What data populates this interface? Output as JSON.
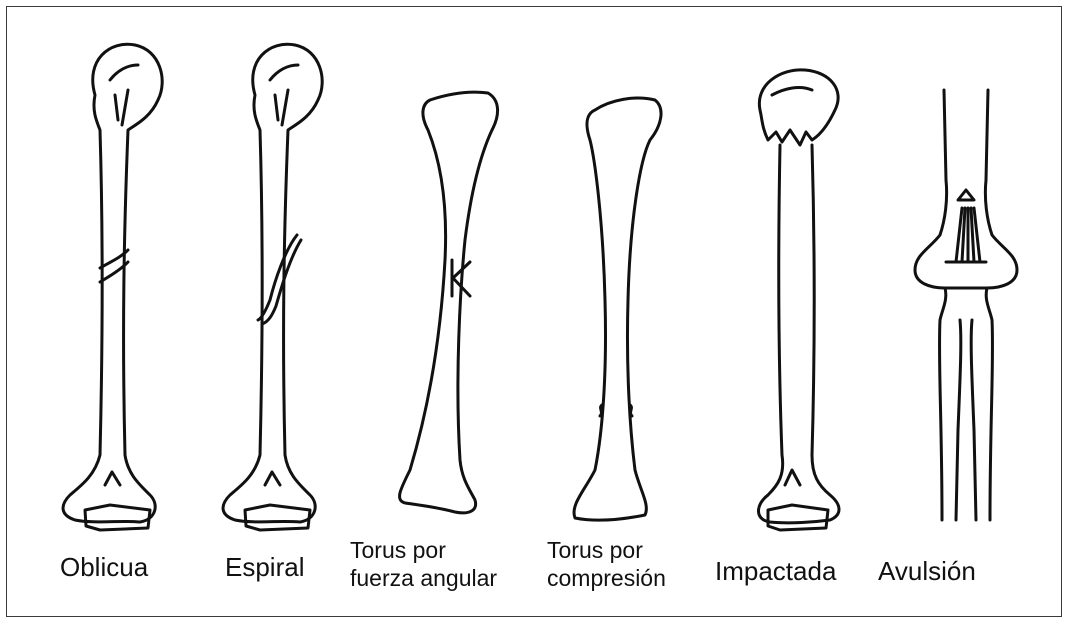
{
  "figure": {
    "labels": {
      "oblicua": "Oblicua",
      "espiral": "Espiral",
      "torus_angular_line1": "Torus por",
      "torus_angular_line2": "fuerza angular",
      "torus_compresion_line1": "Torus por",
      "torus_compresion_line2": "compresión",
      "impactada": "Impactada",
      "avulsion": "Avulsión"
    },
    "colors": {
      "ink": "#111111",
      "frame": "#3a3a3a",
      "background": "#ffffff"
    }
  }
}
